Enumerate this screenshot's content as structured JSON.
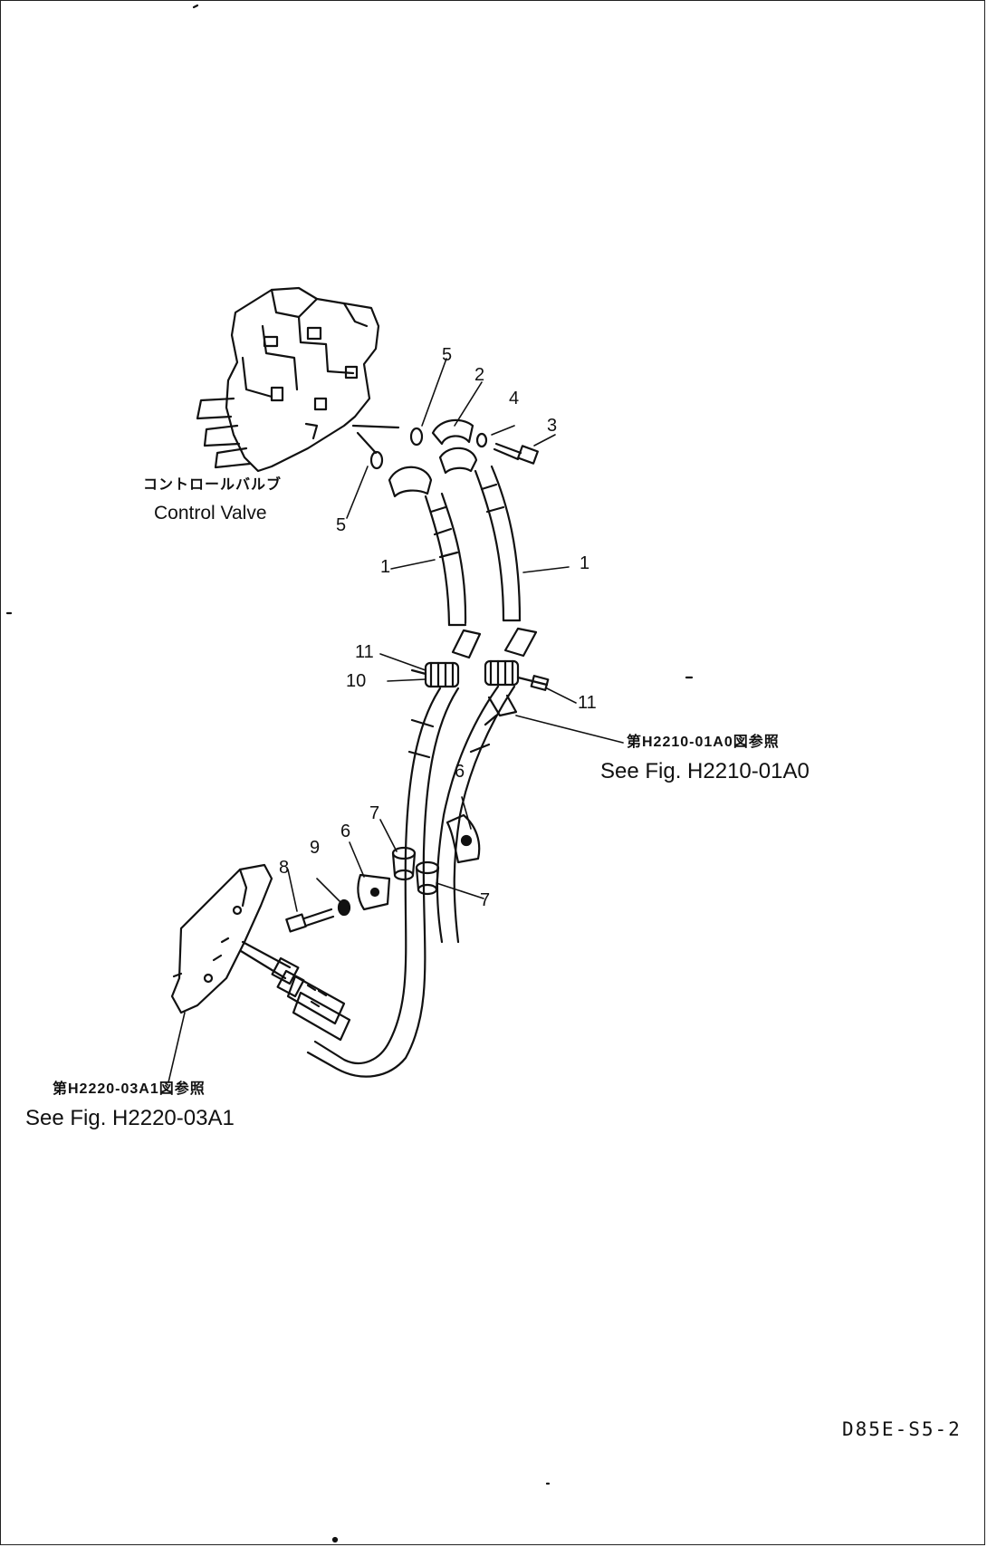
{
  "control_valve": {
    "label_jp": "コントロールバルブ",
    "label_en": "Control Valve"
  },
  "references": {
    "upper": {
      "jp": "第H2210-01A0図参照",
      "en": "See Fig. H2210-01A0"
    },
    "lower": {
      "jp": "第H2220-03A1図参照",
      "en": "See Fig. H2220-03A1"
    }
  },
  "callouts": {
    "hose_left": "1",
    "hose_right": "1",
    "flange_half": "2",
    "bolt_top": "3",
    "washer_top": "4",
    "oring_top": "5",
    "oring_bottom": "5",
    "clamp_right": "6",
    "clamp_left": "6",
    "sleeve_left": "7",
    "sleeve_right": "7",
    "bolt_bottom": "8",
    "washer_bottom": "9",
    "band_left": "10",
    "clip_left": "11",
    "clip_right": "11"
  },
  "drawing_code": "D85E-S5-2"
}
